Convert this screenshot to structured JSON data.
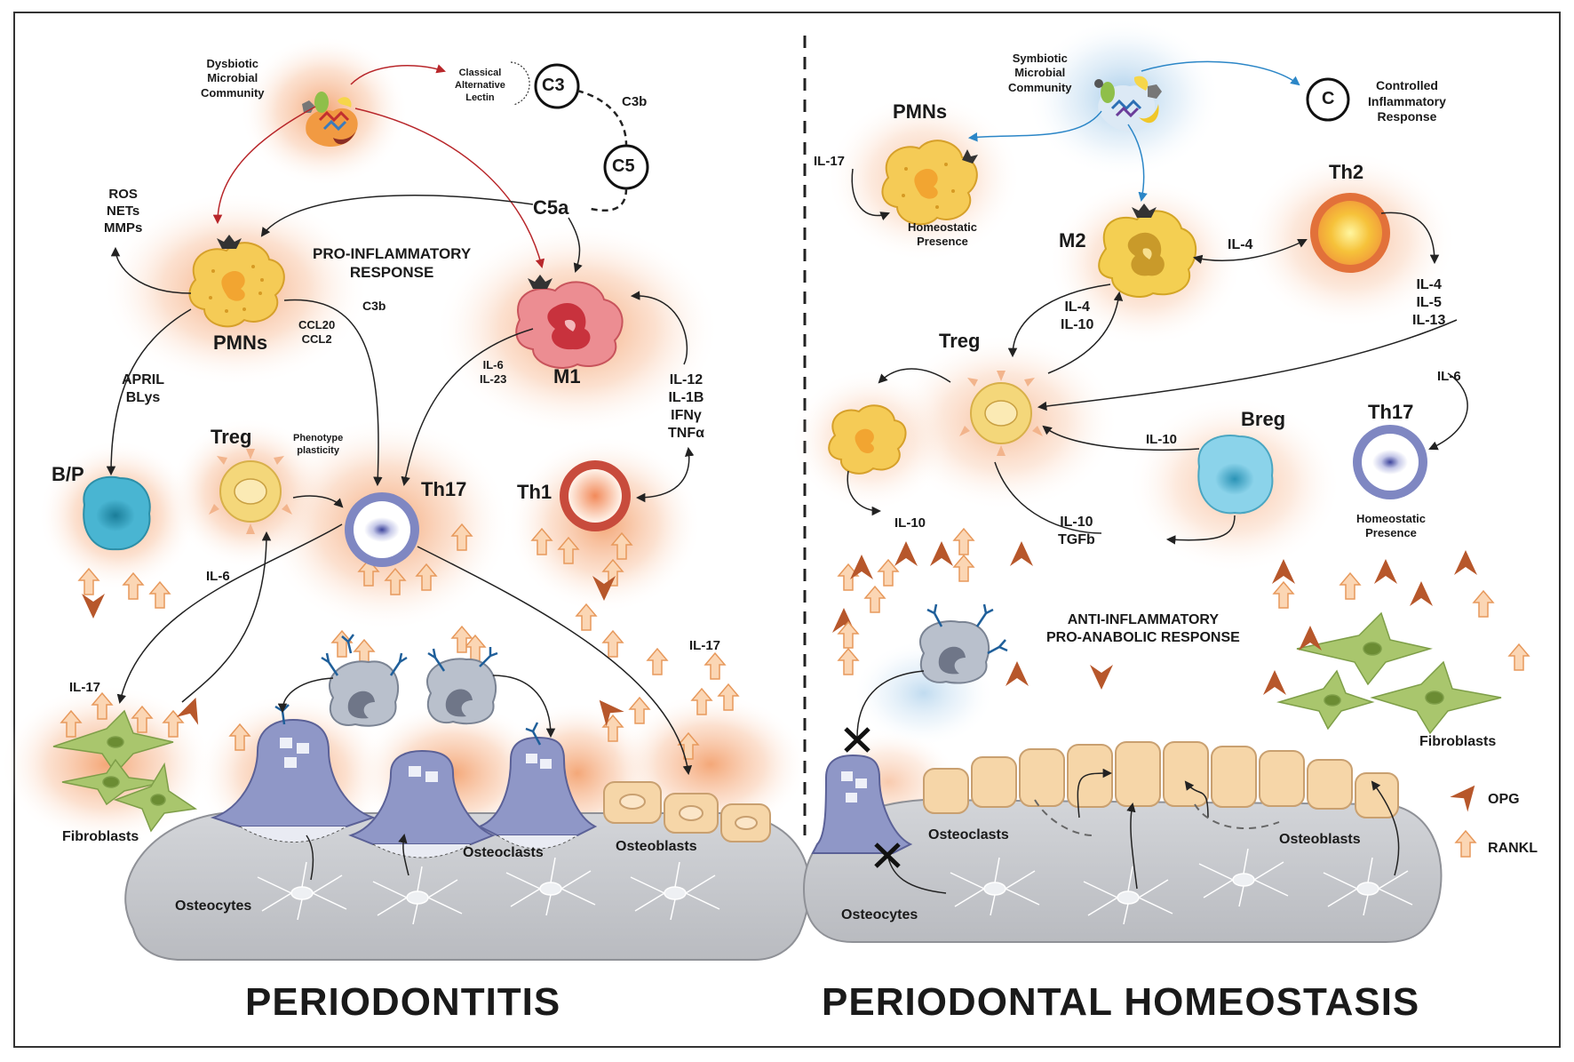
{
  "left_panel": {
    "title": "PERIODONTITIS",
    "dysbiotic": [
      "Dysbiotic",
      "Microbial",
      "Community"
    ],
    "pathways": [
      "Classical",
      "Alternative",
      "Lectin"
    ],
    "c3": "C3",
    "c3b_top": "C3b",
    "c5": "C5",
    "c5a": "C5a",
    "ros_nets_mmps": [
      "ROS",
      "NETs",
      "MMPs"
    ],
    "response": [
      "PRO-INFLAMMATORY",
      "RESPONSE"
    ],
    "c3b_mid": "C3b",
    "pmns": "PMNs",
    "ccl": [
      "CCL20",
      "CCL2"
    ],
    "m1": "M1",
    "il6_il23": [
      "IL-6",
      "IL-23"
    ],
    "th1_cytokines": [
      "IL-12",
      "IL-1B",
      "IFNγ",
      "TNFα"
    ],
    "april_blys": [
      "APRIL",
      "BLys"
    ],
    "bp": "B/P",
    "treg": "Treg",
    "phenotype": [
      "Phenotype",
      "plasticity"
    ],
    "th17": "Th17",
    "th1": "Th1",
    "il6": "IL-6",
    "il17_left": "IL-17",
    "il17_right": "IL-17",
    "fibroblasts": "Fibroblasts",
    "osteoclasts": "Osteoclasts",
    "osteoblasts": "Osteoblasts",
    "osteocytes": "Osteocytes"
  },
  "right_panel": {
    "title": "PERIODONTAL HOMEOSTASIS",
    "symbiotic": [
      "Symbiotic",
      "Microbial",
      "Community"
    ],
    "c": "C",
    "controlled": [
      "Controlled",
      "Inflammatory",
      "Response"
    ],
    "pmns": "PMNs",
    "il17": "IL-17",
    "homeostatic_pmn": [
      "Homeostatic",
      "Presence"
    ],
    "m2": "M2",
    "il4_m2": "IL-4",
    "th2": "Th2",
    "th2_cytokines": [
      "IL-4",
      "IL-5",
      "IL-13"
    ],
    "il4_il10": [
      "IL-4",
      "IL-10"
    ],
    "treg": "Treg",
    "il6": "IL-6",
    "th17": "Th17",
    "breg": "Breg",
    "il10_breg": "IL-10",
    "homeostatic_th17": [
      "Homeostatic",
      "Presence"
    ],
    "il10_left": "IL-10",
    "il10_tgfb": [
      "IL-10",
      "TGFb"
    ],
    "response": [
      "ANTI-INFLAMMATORY",
      "PRO-ANABOLIC RESPONSE"
    ],
    "fibroblasts": "Fibroblasts",
    "osteoclasts": "Osteoclasts",
    "osteoblasts": "Osteoblasts",
    "osteocytes": "Osteocytes"
  },
  "legend": {
    "opg": "OPG",
    "rankl": "RANKL"
  },
  "colors": {
    "inflammation_glow": "#f4a06a",
    "homeostasis_glow": "#9fc8e8",
    "bone": "#c9cbcf",
    "osteoblast": "#f6d6a8",
    "fibroblast": "#a9c66d",
    "osteoclast": "#8f97c7",
    "pmn": "#f2c64a",
    "m1": "#e8828a",
    "m2": "#f4cf52",
    "th17": "#7f87c2",
    "th1": "#c84b3c",
    "th2": "#e2713a",
    "treg": "#f4d77a",
    "bp": "#3ba6c2",
    "breg": "#6cc3dc",
    "red_arrow": "#b8262a",
    "blue_arrow": "#2b86c7",
    "rankl": "#f6c79d",
    "opg": "#b7572b"
  }
}
